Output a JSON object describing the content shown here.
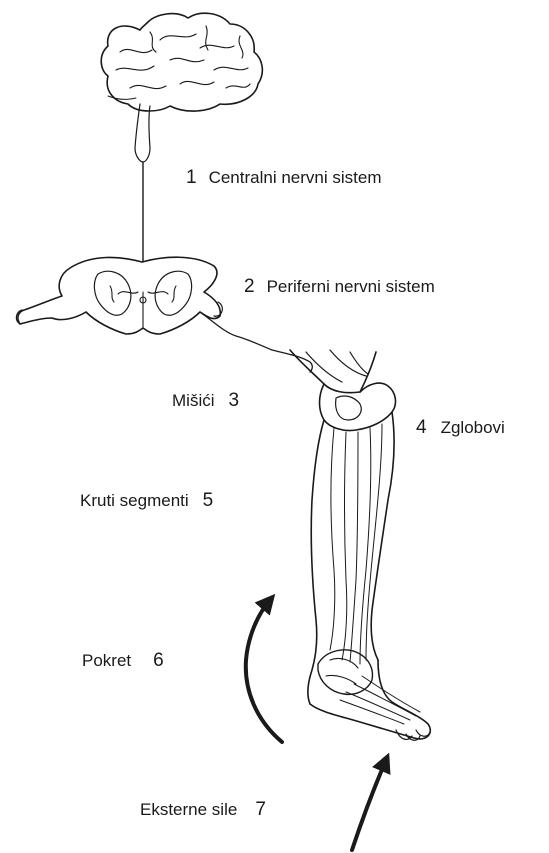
{
  "labels": [
    {
      "id": "cns",
      "number": "1",
      "text": "Centralni nervni sistem"
    },
    {
      "id": "pns",
      "number": "2",
      "text": "Periferni nervni sistem"
    },
    {
      "id": "muscles",
      "number": "3",
      "text": "Mišići"
    },
    {
      "id": "joints",
      "number": "4",
      "text": "Zglobovi"
    },
    {
      "id": "segments",
      "number": "5",
      "text": "Kruti segmenti"
    },
    {
      "id": "movement",
      "number": "6",
      "text": "Pokret"
    },
    {
      "id": "forces",
      "number": "7",
      "text": "Eksterne sile"
    }
  ],
  "colors": {
    "background": "#ffffff",
    "ink": "#1a1a1a"
  },
  "icons": [
    "brain-icon",
    "spinal-cord-section-icon",
    "leg-anatomy-icon",
    "movement-arrow-icon",
    "external-force-arrow-icon"
  ]
}
